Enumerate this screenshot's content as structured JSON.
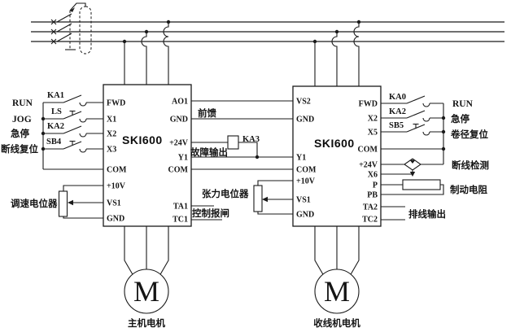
{
  "palette": {
    "ink": "#1a1a1a",
    "bg": "#ffffff"
  },
  "left_inverter": {
    "model": "SKI600",
    "left_terminals": [
      "FWD",
      "X1",
      "X2",
      "X3",
      "COM",
      "+10V",
      "VS1",
      "GND"
    ],
    "right_terminals": [
      "AO1",
      "GND",
      "+24V",
      "Y1",
      "COM",
      "TA1",
      "TC1"
    ],
    "switch_labels": [
      "KA1",
      "LS",
      "KA2",
      "SB4"
    ],
    "row_labels": [
      "RUN",
      "JOG",
      "急停",
      "断线复位"
    ],
    "pot_label": "调速电位器",
    "motor_symbol": "M",
    "motor_label": "主机电机"
  },
  "right_inverter": {
    "model": "SKI600",
    "left_terminals": [
      "VS2",
      "GND",
      "Y1",
      "COM",
      "+10V",
      "VS1",
      "GND"
    ],
    "right_terminals": [
      "FWD",
      "X2",
      "X5",
      "COM",
      "+24V",
      "X6",
      "P",
      "PB",
      "TA2",
      "TC2"
    ],
    "switch_labels": [
      "KA0",
      "KA2",
      "SB5"
    ],
    "row_labels": [
      "RUN",
      "急停",
      "卷径复位"
    ],
    "pot_label": "张力电位器",
    "motor_symbol": "M",
    "motor_label": "收线机电机"
  },
  "annotations": {
    "feedforward": "前馈",
    "fault_output": "故障输出",
    "relay_coil": "KA3",
    "brake_control": "控制报闸",
    "wire_break_detect": "断线检测",
    "brake_resistor": "制动电阻",
    "traverse_output": "排线输出"
  }
}
